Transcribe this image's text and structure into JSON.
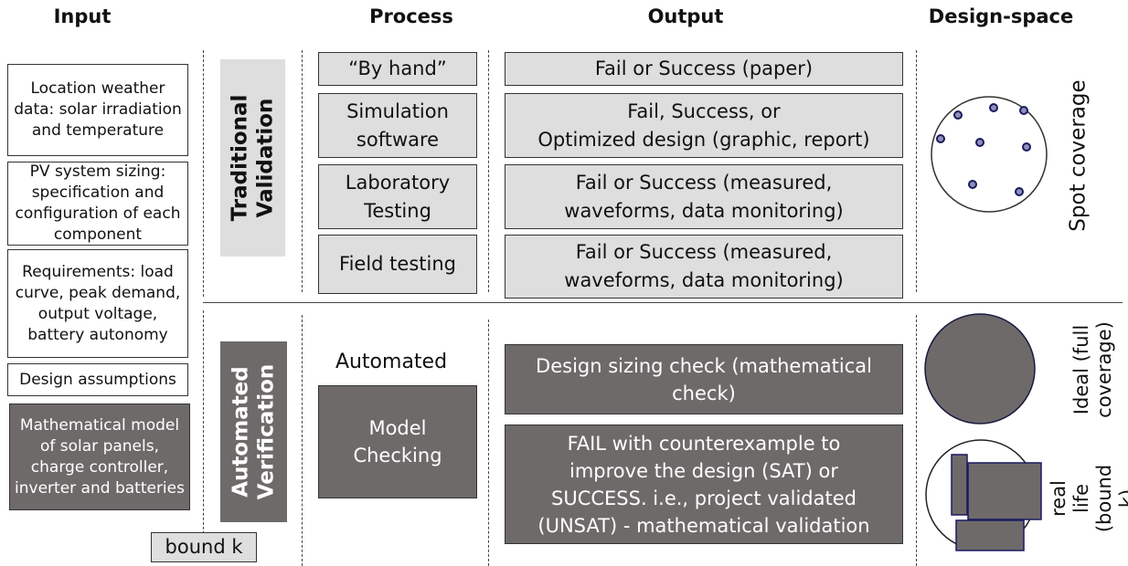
{
  "headers": {
    "input": "Input",
    "process": "Process",
    "output": "Output",
    "design_space": "Design-space"
  },
  "inputs": [
    "Location weather data: solar irradiation and temperature",
    "PV system sizing: specification and configuration of each component",
    "Requirements: load curve, peak demand, output voltage, battery autonomy",
    "Design assumptions",
    "Mathematical model of solar panels, charge controller, inverter and batteries"
  ],
  "bound_k": "bound k",
  "traditional": {
    "label": "Traditional\nValidation",
    "processes": [
      "“By hand”",
      "Simulation\nsoftware",
      "Laboratory\nTesting",
      "Field testing"
    ],
    "outputs": [
      "Fail or Success (paper)",
      "Fail, Success, or\nOptimized design (graphic, report)",
      "Fail or Success (measured,\nwaveforms, data monitoring)",
      "Fail or Success (measured,\nwaveforms, data monitoring)"
    ],
    "design_space_label": "Spot coverage"
  },
  "automated": {
    "label": "Automated\nVerification",
    "process_caption": "Automated",
    "process": "Model\nChecking",
    "outputs": [
      "Design sizing check (mathematical\ncheck)",
      "FAIL with counterexample to\nimprove the design (SAT) or\nSUCCESS. i.e., project validated\n(UNSAT) - mathematical validation"
    ],
    "ideal_label": "Ideal (full\ncoverage)",
    "real_label": "real life\n(bound k)"
  },
  "colors": {
    "light_fill": "#dedede",
    "dark_fill": "#6e6a6a",
    "dot_fill": "#8f8fb8",
    "dot_stroke": "#1a1a60"
  },
  "icons": {
    "spot": "spot-coverage-circle",
    "ideal": "full-coverage-circle",
    "real": "bounded-coverage-circle"
  }
}
